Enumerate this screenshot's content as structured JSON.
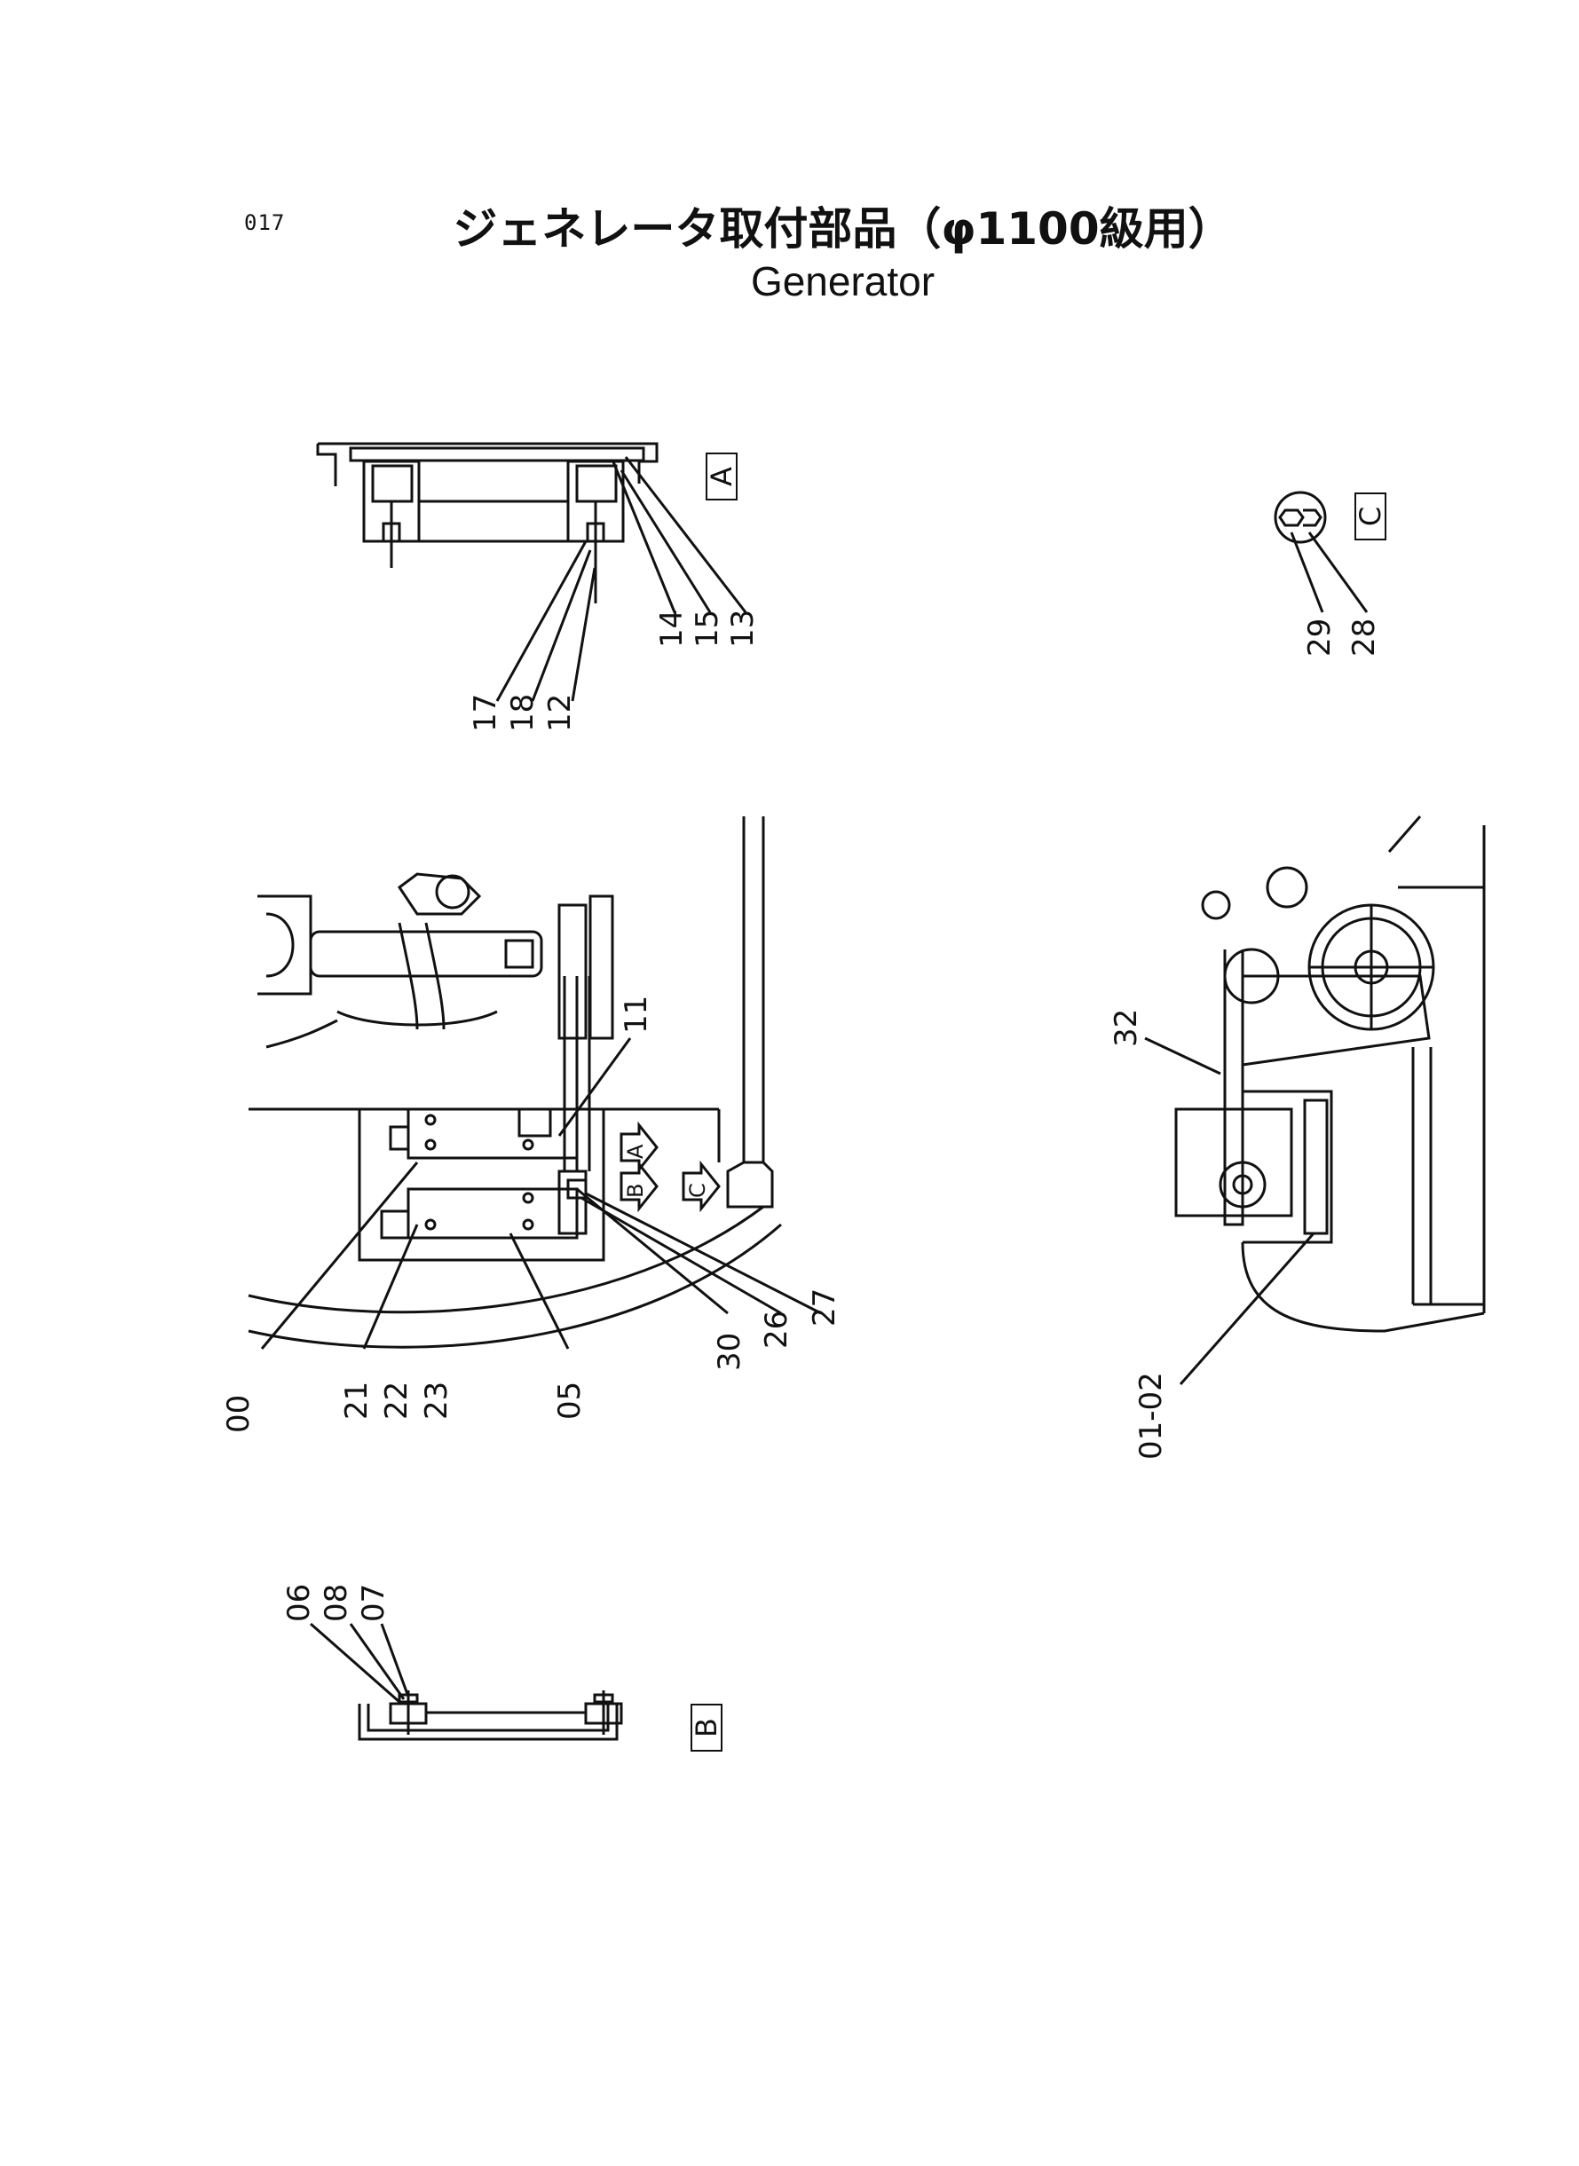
{
  "page_number": "017",
  "title_jp": "ジェネレータ取付部品（φ1100級用）",
  "title_en": "Generator",
  "views": {
    "A": "A",
    "B": "B",
    "C": "C"
  },
  "arrow_marks": {
    "A": "A",
    "B": "B",
    "C": "C"
  },
  "labels": {
    "a14": "14",
    "a15": "15",
    "a13": "13",
    "a17": "17",
    "a18": "18",
    "a12": "12",
    "c29": "29",
    "c28": "28",
    "m11": "11",
    "m00": "00",
    "m21": "21",
    "m22": "22",
    "m23": "23",
    "m05": "05",
    "m30": "30",
    "m26": "26",
    "m27": "27",
    "r32": "32",
    "r0102": "01-02",
    "b06": "06",
    "b08": "08",
    "b07": "07"
  }
}
